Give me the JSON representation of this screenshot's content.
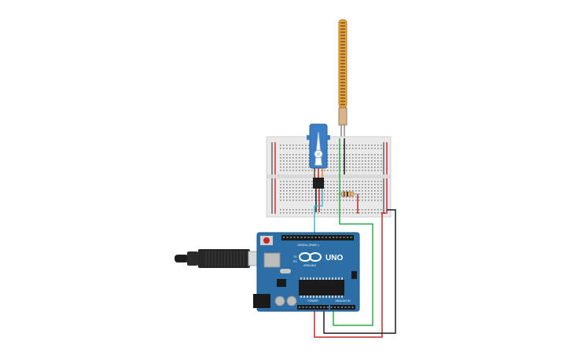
{
  "canvas": {
    "background": "#ffffff"
  },
  "components": {
    "flex_sensor": {
      "name": "flex-sensor",
      "color": "#e8a43c",
      "stripe_color": "#3a2a10"
    },
    "breadboard": {
      "name": "breadboard",
      "color": "#e9e9e9",
      "rail_red": "#d42b2b",
      "rail_black": "#222222"
    },
    "servo": {
      "name": "micro-servo",
      "color": "#3c7ec6"
    },
    "resistor": {
      "name": "resistor",
      "color": "#d9b48a"
    },
    "arduino": {
      "name": "arduino-uno",
      "board_color": "#2b6fa6",
      "logo_text": "UNO",
      "brand_text": "ARDUINO",
      "digital_label": "DIGITAL (PWM~)",
      "power_label": "POWER",
      "analog_label": "ANALOG IN",
      "led_labels": [
        "TX",
        "RX"
      ]
    },
    "usb_cable": {
      "name": "usb-cable",
      "color": "#1e1e1e"
    }
  },
  "wires": [
    {
      "name": "wire-red-5v",
      "color": "#c62828"
    },
    {
      "name": "wire-black-gnd",
      "color": "#1a1a1a"
    },
    {
      "name": "wire-green-a0",
      "color": "#2fa84f"
    },
    {
      "name": "wire-cyan-signal",
      "color": "#3fb8d8"
    }
  ]
}
